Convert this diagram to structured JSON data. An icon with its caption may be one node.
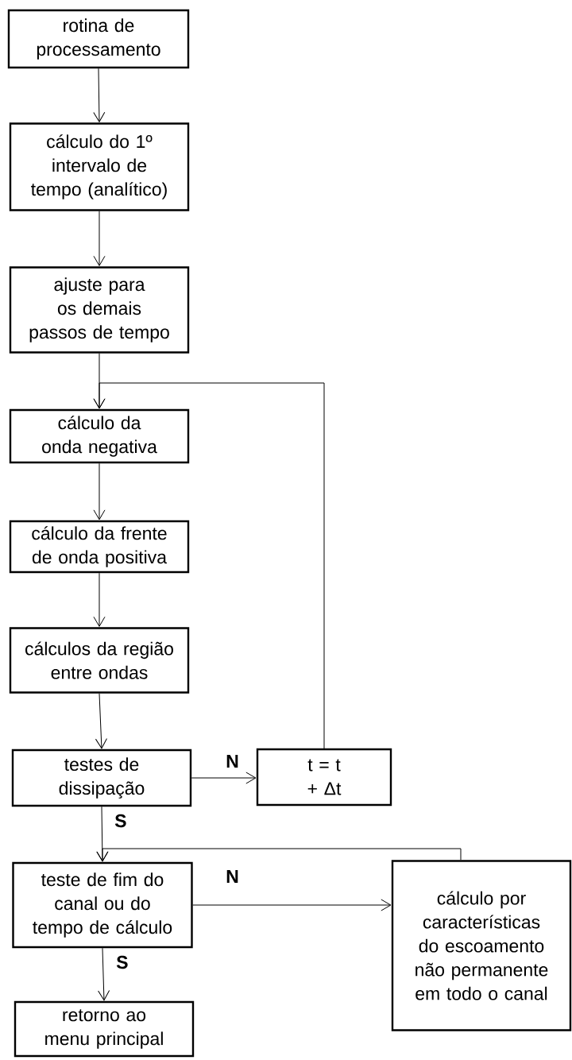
{
  "diagram": {
    "nodes": [
      {
        "text": [
          "rotina de processamento"
        ]
      },
      {
        "text": [
          "cálculo do 1º intervalo de tempo (analítico)"
        ]
      },
      {
        "text": [
          "ajuste para os demais passos de tempo"
        ]
      },
      {
        "text": [
          "cálculo da onda negativa"
        ]
      },
      {
        "text": [
          "cálculo da frente de onda positiva"
        ]
      },
      {
        "text": [
          "cálculos da região entre ondas"
        ]
      },
      {
        "text": [
          "testes de dissipação"
        ]
      },
      {
        "text": [
          "t = t + Δt"
        ]
      },
      {
        "text": [
          "teste de fim do canal ou do tempo de cálculo"
        ]
      },
      {
        "text": [
          "cálculo por características do escoamento não permanente em todo o canal"
        ]
      },
      {
        "text": [
          "retorno ao menu principal"
        ]
      }
    ],
    "edges": [
      {
        "from": 0,
        "to": 1,
        "arrow": "to"
      },
      {
        "from": 1,
        "to": 2,
        "arrow": "to"
      },
      {
        "from": 2,
        "to": 3,
        "arrow": "to"
      },
      {
        "from": 3,
        "to": 4,
        "arrow": "to"
      },
      {
        "from": 4,
        "to": 5,
        "arrow": "to"
      },
      {
        "from": 5,
        "to": 6,
        "arrow": "to"
      },
      {
        "from": 6,
        "to": 7,
        "arrow": "to",
        "label": "N"
      },
      {
        "from": 7,
        "to": 3,
        "arrow": "to"
      },
      {
        "from": 6,
        "to": 8,
        "arrow": "to",
        "label": "S"
      },
      {
        "from": 8,
        "to": 9,
        "arrow": "to",
        "label": "N"
      },
      {
        "from": 9,
        "to": 8,
        "arrow": "to"
      },
      {
        "from": 8,
        "to": 10,
        "arrow": "to",
        "label": "S"
      }
    ]
  }
}
